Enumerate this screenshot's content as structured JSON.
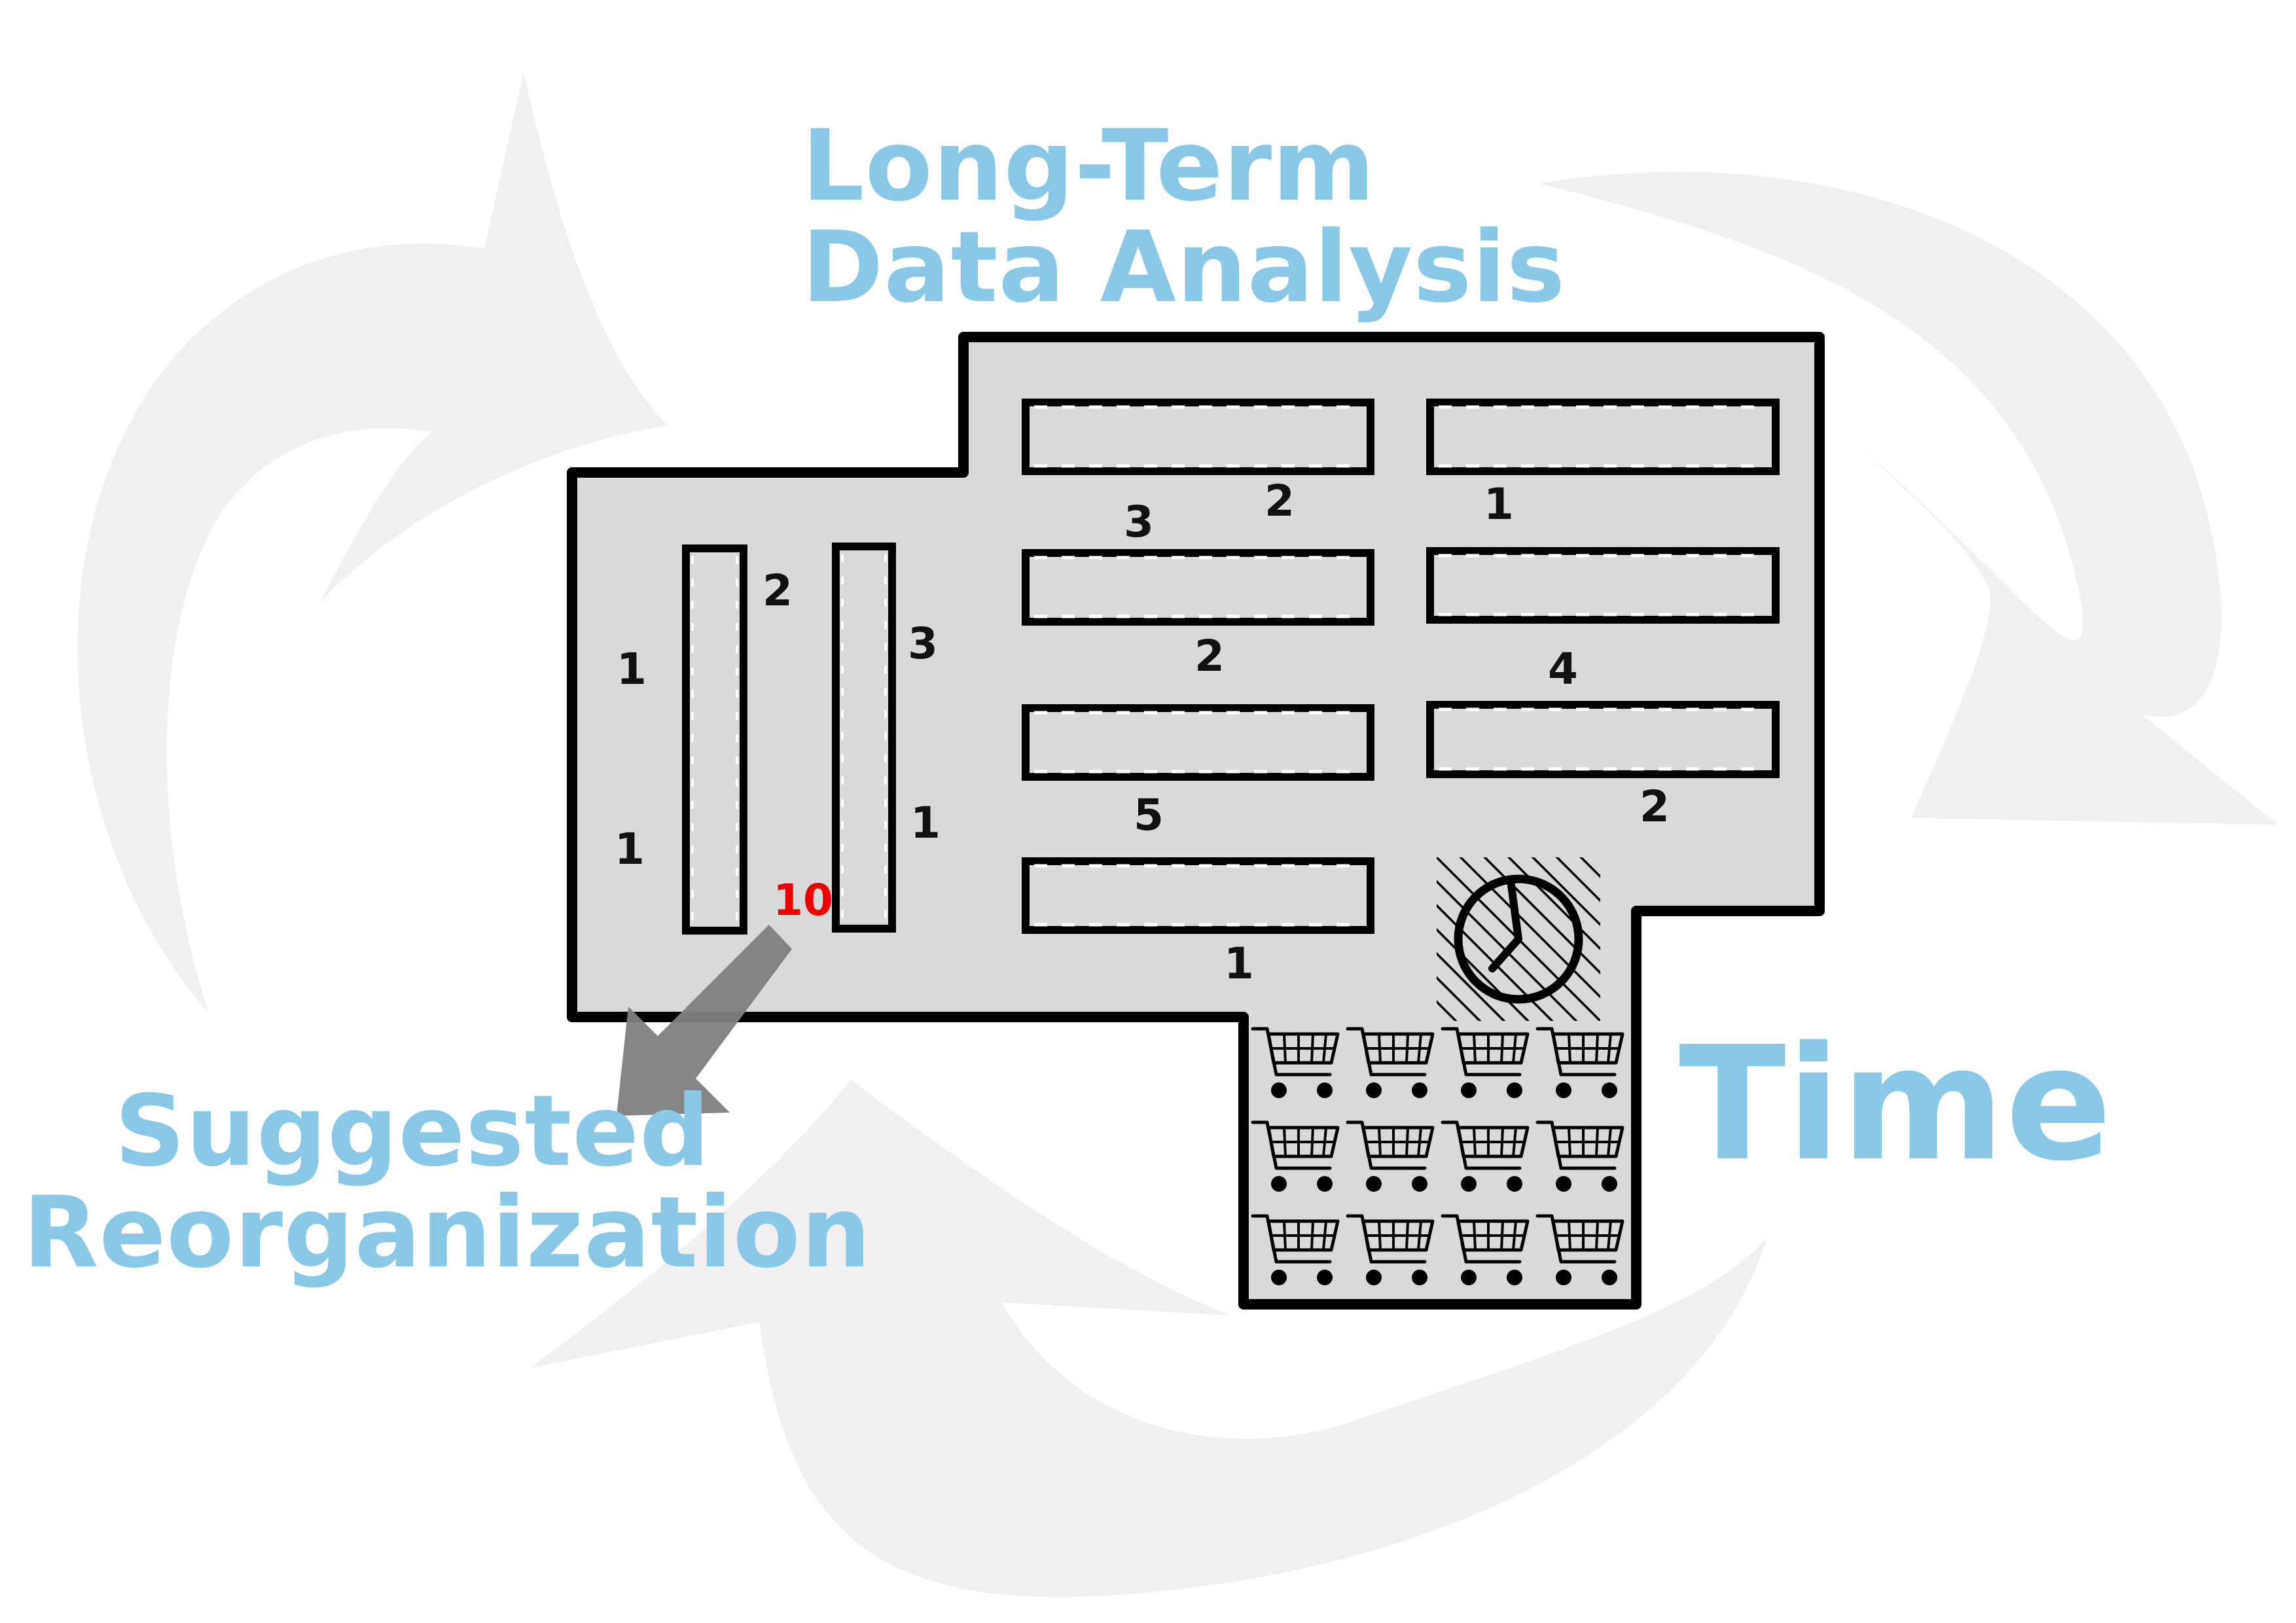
{
  "captions": {
    "top_line1": "Long-Term",
    "top_line2": "Data Analysis",
    "right": "Time",
    "left_line1": "Suggested",
    "left_line2": "Reorganization"
  },
  "shelf_numbers": {
    "v1_left_top": "1",
    "v1_left_bottom": "1",
    "v1_right_top": "2",
    "v2_left_bottom": "10",
    "v2_right_top": "3",
    "v2_right_bottom": "1",
    "a1_left": "3",
    "a1_right": "2",
    "b1": "1",
    "a2": "2",
    "b2": "4",
    "a3": "5",
    "b3": "2",
    "a4": "1"
  },
  "colors": {
    "caption": "#89C8E6",
    "floor": "#D9D9D9",
    "outline": "#000000",
    "highlight_number": "#EE0000",
    "cycle_arrows": "#F1EFEF",
    "suggestion_arrow": "#7F7F7F"
  },
  "icons": {
    "clock": "clock-icon",
    "cart": "shopping-cart-icon",
    "cycle": "cycle-arrow-icon",
    "suggestion": "diagonal-arrow-icon"
  }
}
